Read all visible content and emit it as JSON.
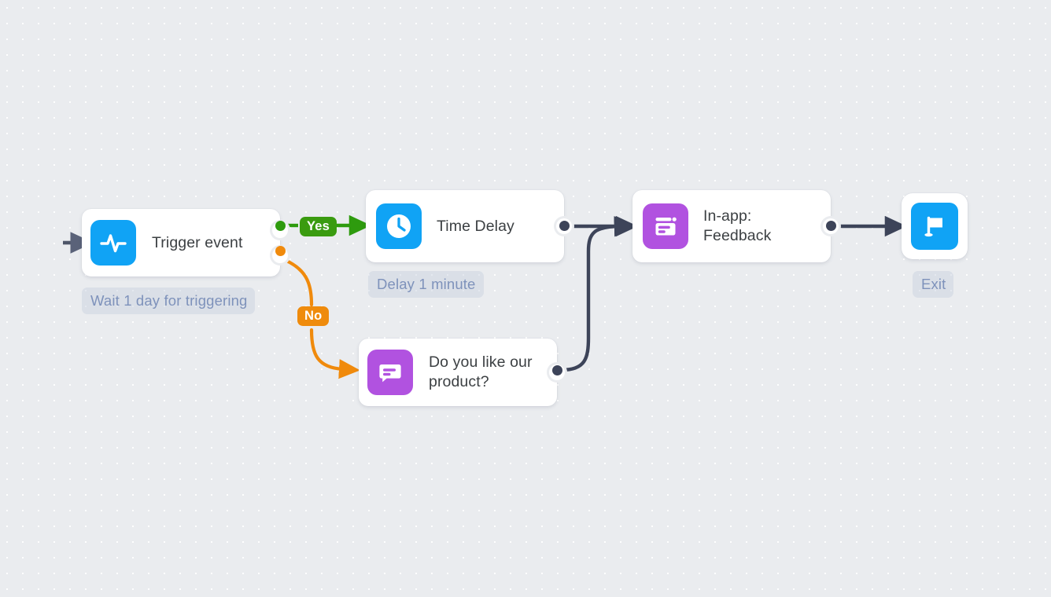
{
  "canvas": {
    "background_color": "#eaecef",
    "dot_color": "#ffffff",
    "title": "Workflow automation canvas"
  },
  "palette": {
    "blue": "#10a3f5",
    "purple": "#b152e0",
    "green": "#2e9b0e",
    "green_badge": "#3a9b10",
    "orange": "#f08a0c",
    "orange_badge": "#ef8b0c",
    "edge_dark": "#3d4459",
    "caption_text": "#7e92bb",
    "caption_chip": "#cbd2e0",
    "node_text": "#3c4043",
    "node_bg": "#ffffff"
  },
  "nodes": [
    {
      "id": "trigger",
      "title": "Trigger event",
      "icon": "pulse-icon",
      "icon_color": "#10a3f5",
      "caption": "Wait 1 day for triggering",
      "ports": [
        "yes",
        "no"
      ]
    },
    {
      "id": "delay",
      "title": "Time Delay",
      "icon": "clock-icon",
      "icon_color": "#10a3f5",
      "caption": "Delay 1 minute",
      "ports": [
        "out"
      ]
    },
    {
      "id": "inapp",
      "title": "In-app:\nFeedback",
      "icon": "in-app-message-icon",
      "icon_color": "#b152e0",
      "caption": "",
      "ports": [
        "out"
      ]
    },
    {
      "id": "question",
      "title": "Do you like our\nproduct?",
      "icon": "chat-bubble-icon",
      "icon_color": "#b152e0",
      "caption": "",
      "ports": [
        "out"
      ]
    },
    {
      "id": "exit",
      "title": "",
      "icon": "flag-icon",
      "icon_color": "#10a3f5",
      "caption": "Exit",
      "ports": []
    }
  ],
  "badges": {
    "yes": "Yes",
    "no": "No"
  },
  "captions": {
    "trigger": "Wait 1 day for triggering",
    "delay": "Delay 1 minute",
    "exit": "Exit"
  },
  "edges": [
    {
      "from": "entry",
      "to": "trigger",
      "style": "dashed",
      "color": "#5a6279",
      "label": ""
    },
    {
      "from": "trigger",
      "to": "delay",
      "style": "solid",
      "color": "#2e9b0e",
      "label": "Yes"
    },
    {
      "from": "trigger",
      "to": "question",
      "style": "curved",
      "color": "#f08a0c",
      "label": "No"
    },
    {
      "from": "delay",
      "to": "inapp",
      "style": "solid",
      "color": "#3d4459",
      "label": ""
    },
    {
      "from": "question",
      "to": "inapp",
      "style": "curved",
      "color": "#3d4459",
      "label": ""
    },
    {
      "from": "inapp",
      "to": "exit",
      "style": "solid",
      "color": "#3d4459",
      "label": ""
    }
  ]
}
